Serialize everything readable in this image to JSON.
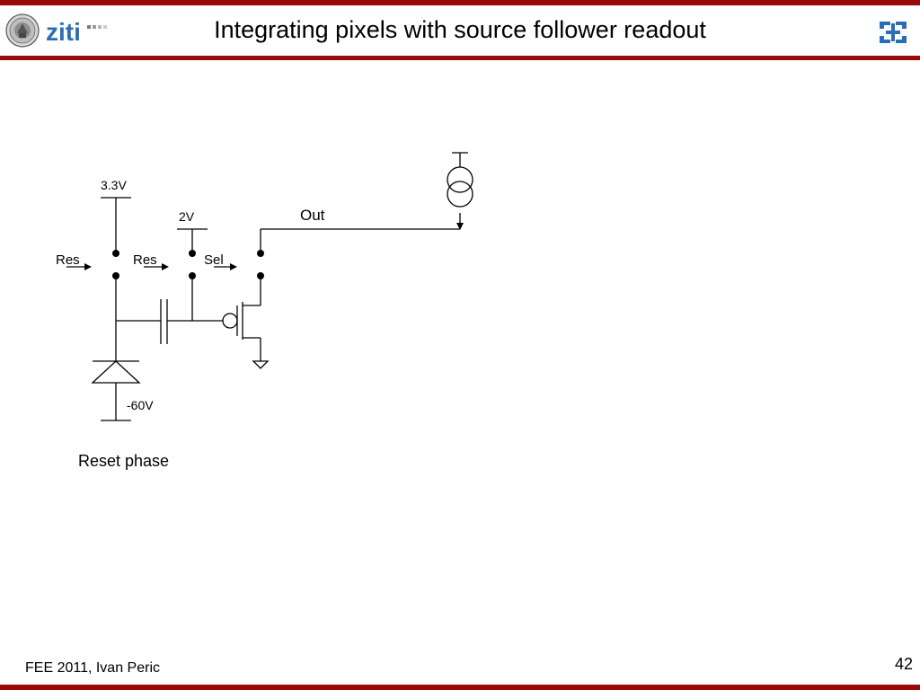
{
  "slide": {
    "title": "Integrating pixels with source follower readout",
    "footer": "FEE 2011, Ivan Peric",
    "page_number": "42"
  },
  "logos": {
    "left_seal_icon": "university-seal-icon",
    "ziti_logo_text": "ziti",
    "right_logo_icon": "institute-logo-icon"
  },
  "diagram": {
    "labels": {
      "supply_high": "3.3V",
      "supply_reset": "2V",
      "output": "Out",
      "reset_1": "Res",
      "reset_2": "Res",
      "select": "Sel",
      "bias": "-60V"
    },
    "caption": "Reset phase"
  },
  "colors": {
    "accent": "#9b0a0a",
    "logo_blue": "#2a6fb5",
    "text": "#000000"
  }
}
